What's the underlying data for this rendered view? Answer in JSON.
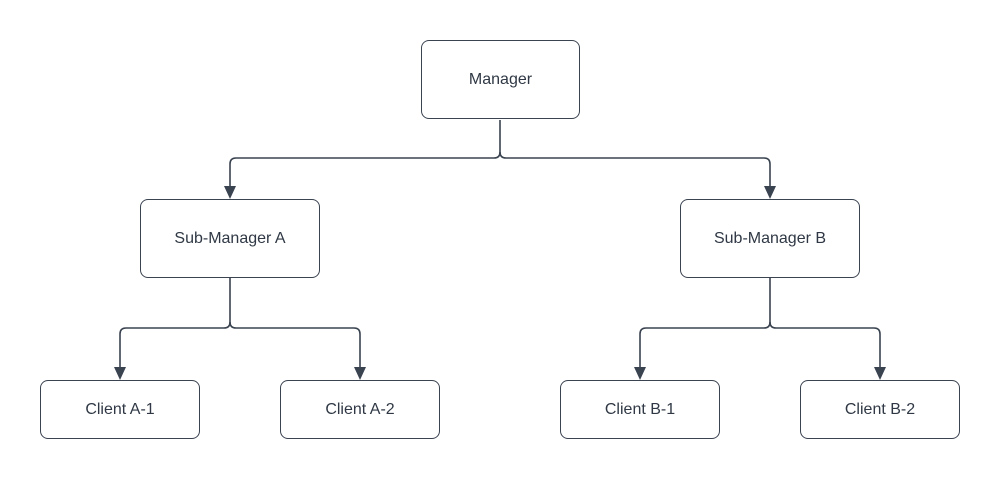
{
  "diagram": {
    "type": "org-chart",
    "background_color": "#ffffff",
    "colors": {
      "node_fill": "#ffffff",
      "node_border": "#3a4350",
      "text": "#2f3844",
      "line": "#3a4350",
      "arrowhead": "#3a4350"
    },
    "nodes": [
      {
        "id": "manager",
        "label": "Manager"
      },
      {
        "id": "sub-manager-a",
        "label": "Sub-Manager A"
      },
      {
        "id": "sub-manager-b",
        "label": "Sub-Manager B"
      },
      {
        "id": "client-a1",
        "label": "Client A-1"
      },
      {
        "id": "client-a2",
        "label": "Client A-2"
      },
      {
        "id": "client-b1",
        "label": "Client B-1"
      },
      {
        "id": "client-b2",
        "label": "Client B-2"
      }
    ],
    "edges": [
      {
        "from": "Manager",
        "to": "Sub-Manager A",
        "arrow": "filled-triangle"
      },
      {
        "from": "Manager",
        "to": "Sub-Manager B",
        "arrow": "filled-triangle"
      },
      {
        "from": "Sub-Manager A",
        "to": "Client A-1",
        "arrow": "filled-triangle"
      },
      {
        "from": "Sub-Manager A",
        "to": "Client A-2",
        "arrow": "filled-triangle"
      },
      {
        "from": "Sub-Manager B",
        "to": "Client B-1",
        "arrow": "filled-triangle"
      },
      {
        "from": "Sub-Manager B",
        "to": "Client B-2",
        "arrow": "filled-triangle"
      }
    ]
  }
}
